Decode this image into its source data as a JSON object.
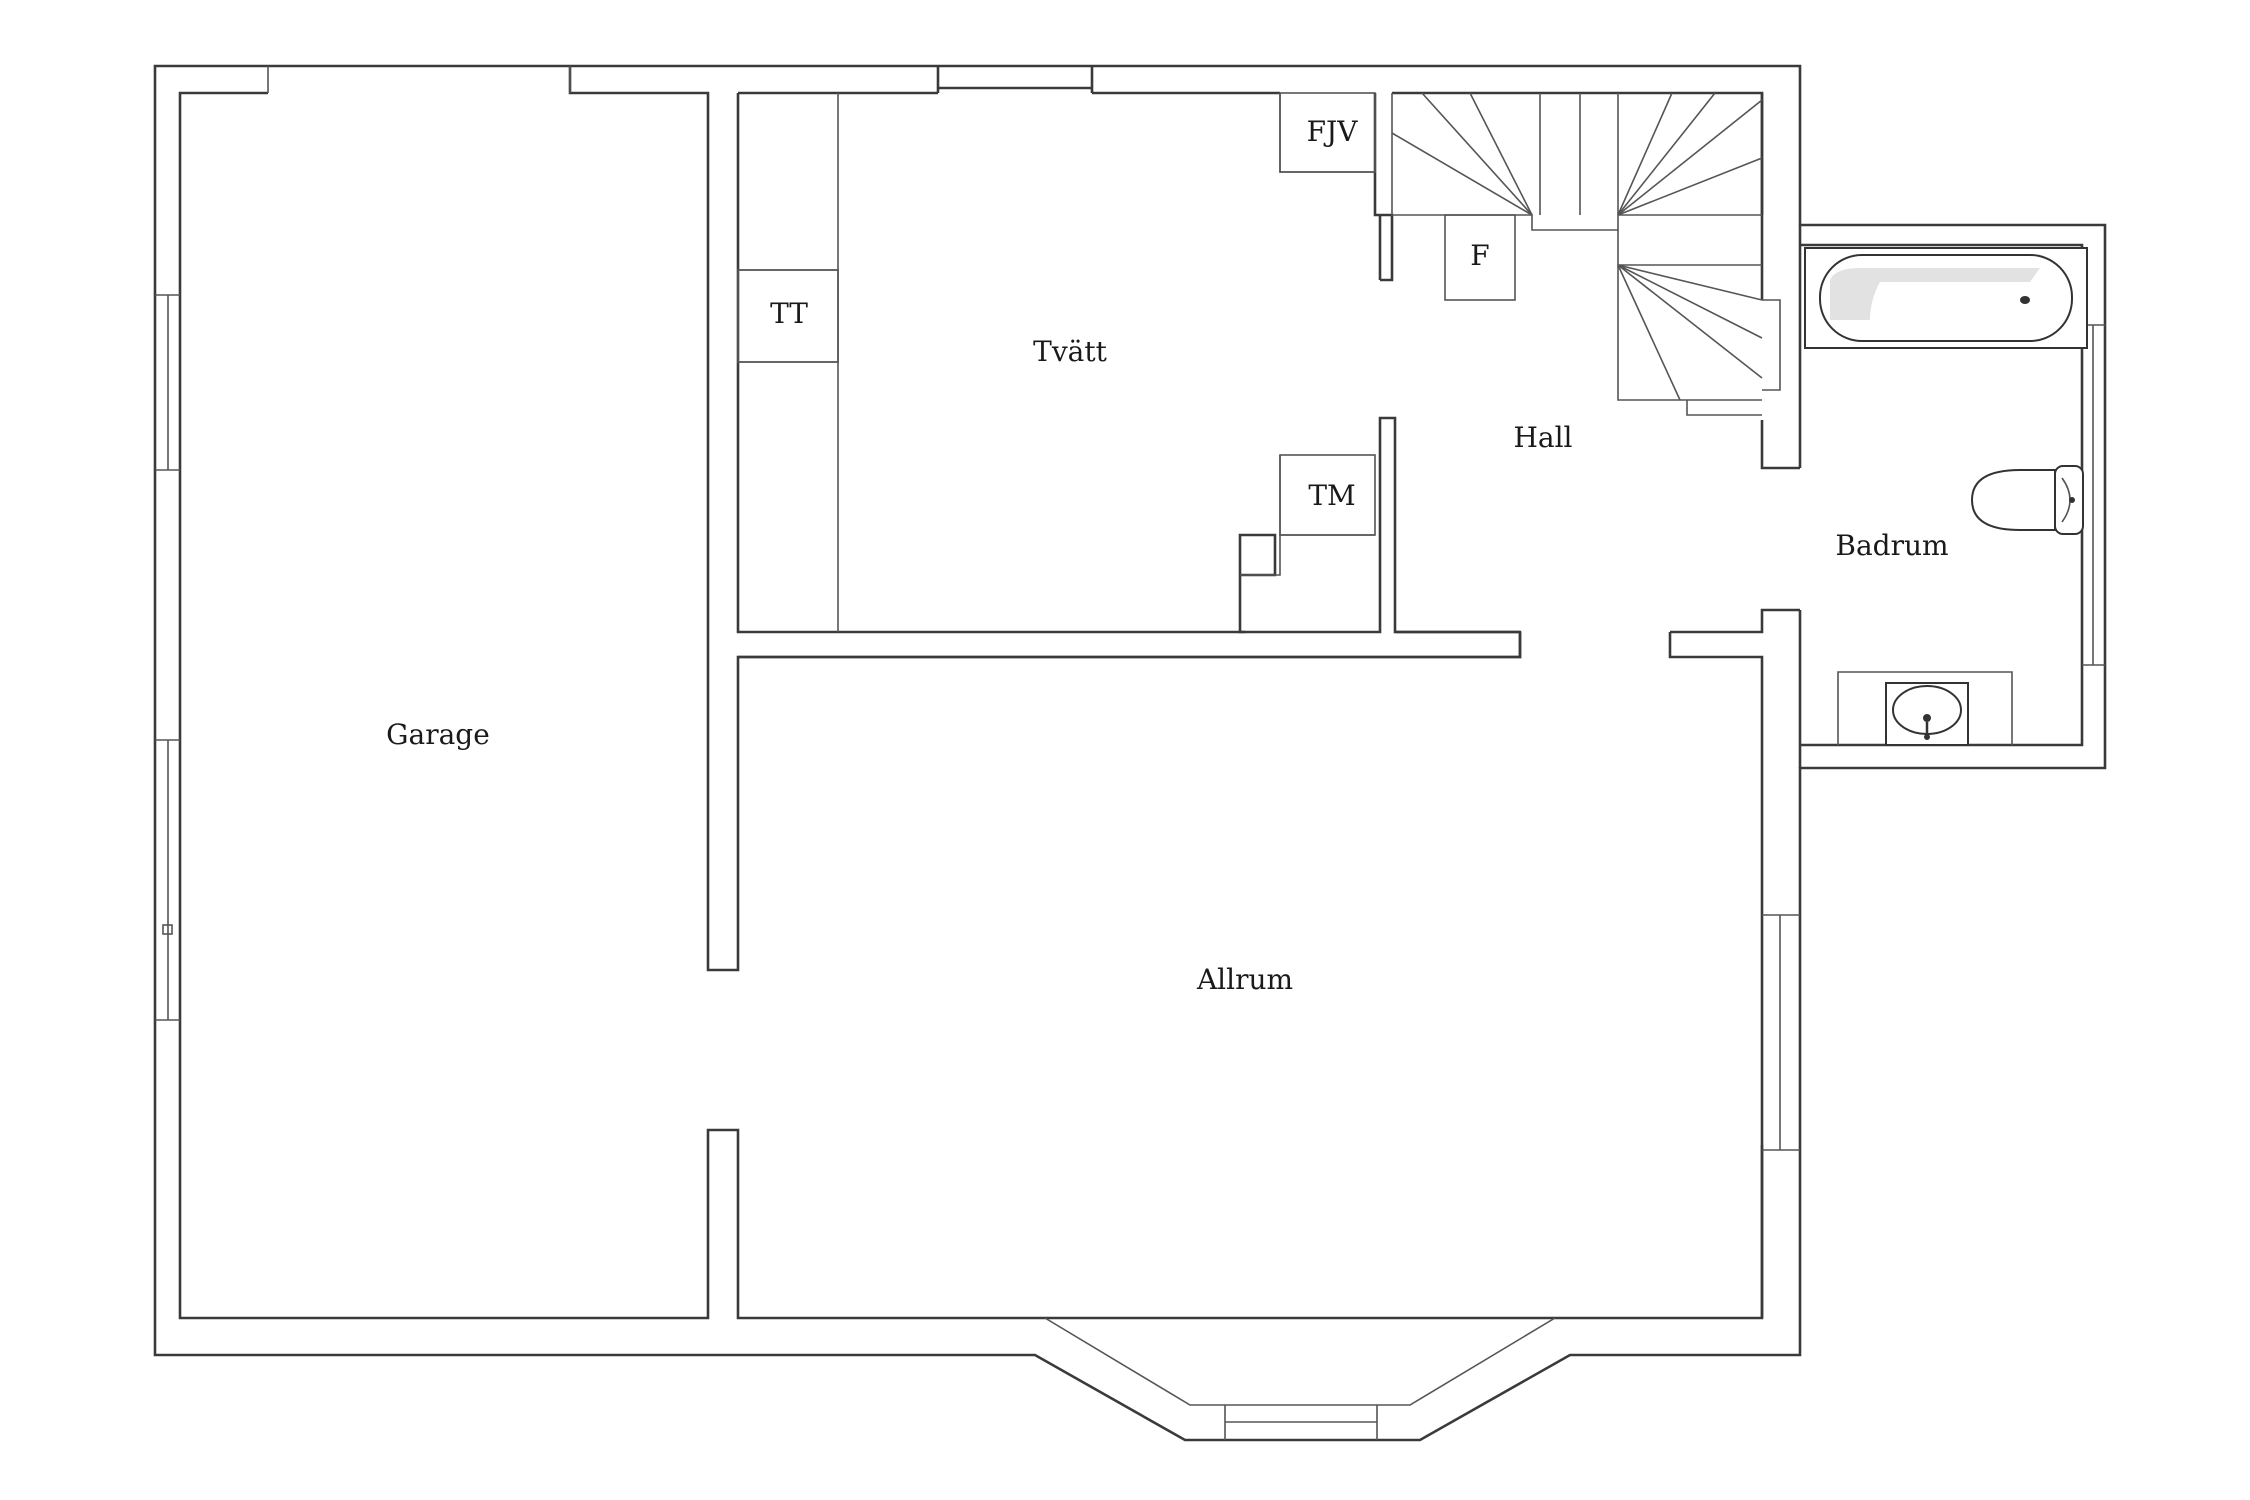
{
  "rooms": {
    "garage": "Garage",
    "tvatt": "Tvätt",
    "hall": "Hall",
    "badrum": "Badrum",
    "allrum": "Allrum"
  },
  "fixtures": {
    "tt": "TT",
    "fjv": "FJV",
    "f": "F",
    "tm": "TM"
  }
}
